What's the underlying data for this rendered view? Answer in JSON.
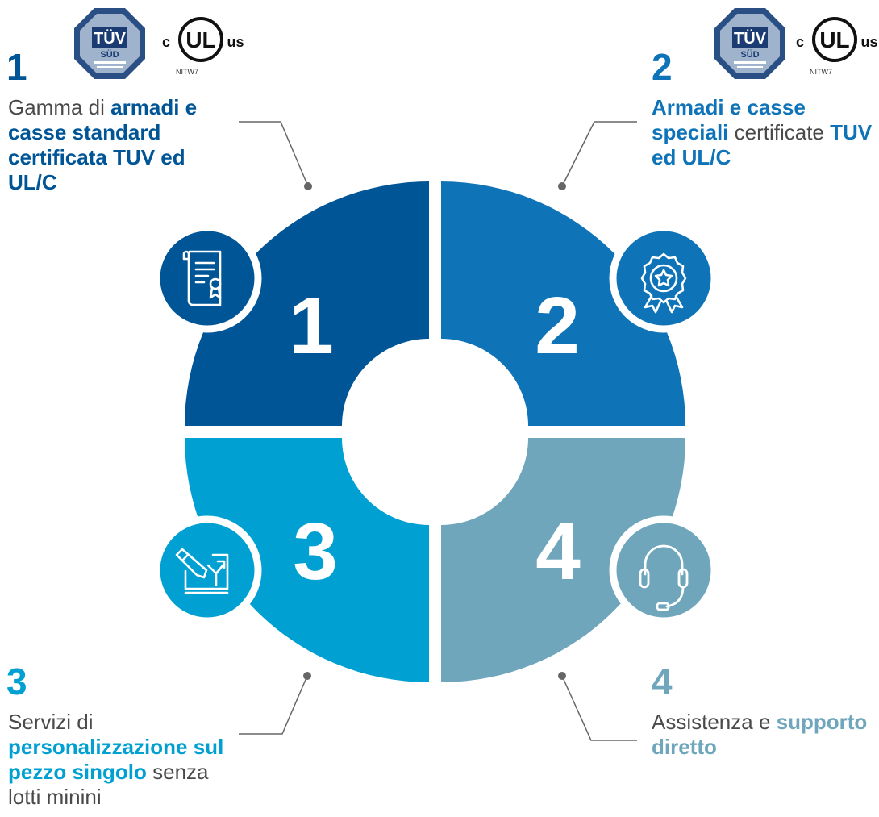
{
  "colors": {
    "q1": "#005596",
    "q2": "#0f73b8",
    "q3": "#00a0d2",
    "q4": "#6fa6bc",
    "connector": "#666666",
    "text": "#4a4a4a"
  },
  "certifications": {
    "tuv_mark": "TÜV",
    "tuv_sub": "SÜD",
    "ul_c": "c",
    "ul_mark": "UL",
    "ul_us": "us",
    "ul_code": "NITW7"
  },
  "items": [
    {
      "number": "1",
      "diagram_number": "1",
      "icon": "certificate-scroll-icon",
      "color": "#005596",
      "text_parts": [
        {
          "text": "Gamma di ",
          "strong": false
        },
        {
          "text": "armadi e casse standard certificata TUV ed UL/C",
          "strong": true
        }
      ],
      "has_certifications": true
    },
    {
      "number": "2",
      "diagram_number": "2",
      "icon": "award-rosette-icon",
      "color": "#0f73b8",
      "text_parts": [
        {
          "text": "Armadi e casse speciali",
          "strong": true
        },
        {
          "text": " certificate ",
          "strong": false
        },
        {
          "text": "TUV ed UL/C",
          "strong": true
        }
      ],
      "has_certifications": true
    },
    {
      "number": "3",
      "diagram_number": "3",
      "icon": "customization-pen-icon",
      "color": "#00a0d2",
      "text_parts": [
        {
          "text": "Servizi di ",
          "strong": false
        },
        {
          "text": "personalizzazione sul pezzo singolo",
          "strong": true
        },
        {
          "text": " senza lotti minini",
          "strong": false
        }
      ],
      "has_certifications": false
    },
    {
      "number": "4",
      "diagram_number": "4",
      "icon": "headset-support-icon",
      "color": "#6fa6bc",
      "text_parts": [
        {
          "text": "Assistenza e ",
          "strong": false
        },
        {
          "text": "supporto diretto",
          "strong": true
        }
      ],
      "has_certifications": false
    }
  ]
}
